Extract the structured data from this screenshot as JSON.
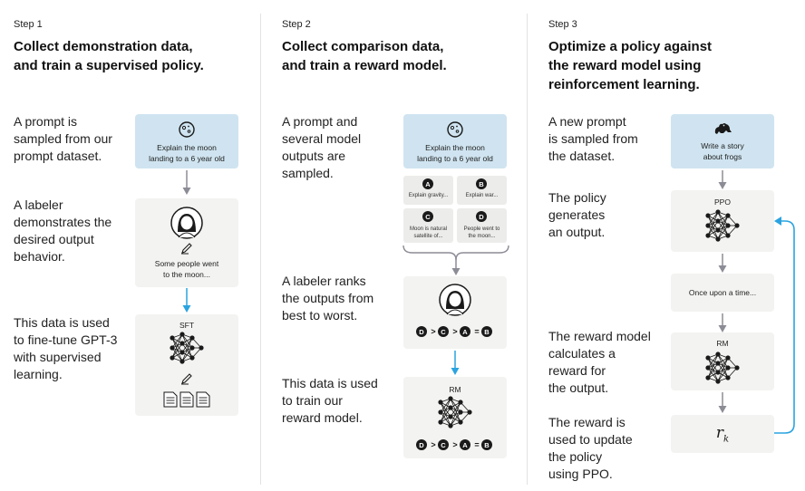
{
  "step1": {
    "label": "Step 1",
    "title_line1": "Collect demonstration data,",
    "title_line2": "and train a supervised policy.",
    "desc1": [
      "A prompt is",
      "sampled from our",
      "prompt dataset."
    ],
    "desc2": [
      "A labeler",
      "demonstrates the",
      "desired output",
      "behavior."
    ],
    "desc3": [
      "This data is used",
      "to fine-tune GPT-3",
      "with supervised",
      "learning."
    ],
    "prompt_line1": "Explain the moon",
    "prompt_line2": "landing to a 6 year old",
    "output_line1": "Some people went",
    "output_line2": "to the moon...",
    "model_label": "SFT"
  },
  "step2": {
    "label": "Step 2",
    "title_line1": "Collect comparison data,",
    "title_line2": "and train a reward model.",
    "desc1": [
      "A prompt and",
      "several model",
      "outputs are",
      "sampled."
    ],
    "desc2": [
      "A labeler ranks",
      "the outputs from",
      "best to worst."
    ],
    "desc3": [
      "This data is used",
      "to train our",
      "reward model."
    ],
    "prompt_line1": "Explain the moon",
    "prompt_line2": "landing to a 6 year old",
    "options": [
      {
        "letter": "A",
        "text_line1": "Explain gravity...",
        "text_line2": ""
      },
      {
        "letter": "B",
        "text_line1": "Explain war...",
        "text_line2": ""
      },
      {
        "letter": "C",
        "text_line1": "Moon is natural",
        "text_line2": "satellite of..."
      },
      {
        "letter": "D",
        "text_line1": "People went to",
        "text_line2": "the moon..."
      }
    ],
    "ranking": [
      "D",
      ">",
      "C",
      ">",
      "A",
      "=",
      "B"
    ],
    "model_label": "RM"
  },
  "step3": {
    "label": "Step 3",
    "title_line1": "Optimize a policy against",
    "title_line2": "the reward model using",
    "title_line3": "reinforcement learning.",
    "desc1": [
      "A new prompt",
      "is sampled from",
      "the dataset."
    ],
    "desc2": [
      "The policy",
      "generates",
      "an output."
    ],
    "desc3": [
      "The reward model",
      "calculates a",
      "reward for",
      "the output."
    ],
    "desc4": [
      "The reward is",
      "used to update",
      "the policy",
      "using PPO."
    ],
    "prompt_line1": "Write a story",
    "prompt_line2": "about frogs",
    "policy_label": "PPO",
    "output_text": "Once upon a time...",
    "model_label": "RM",
    "reward_symbol": "r",
    "reward_subscript": "k"
  },
  "colors": {
    "prompt_box": "#cfe4f0",
    "grey_box": "#f3f3f1",
    "blue_arrow": "#2aa3e0",
    "grey_arrow": "#8c8c96",
    "node": "#1a1a1a"
  }
}
